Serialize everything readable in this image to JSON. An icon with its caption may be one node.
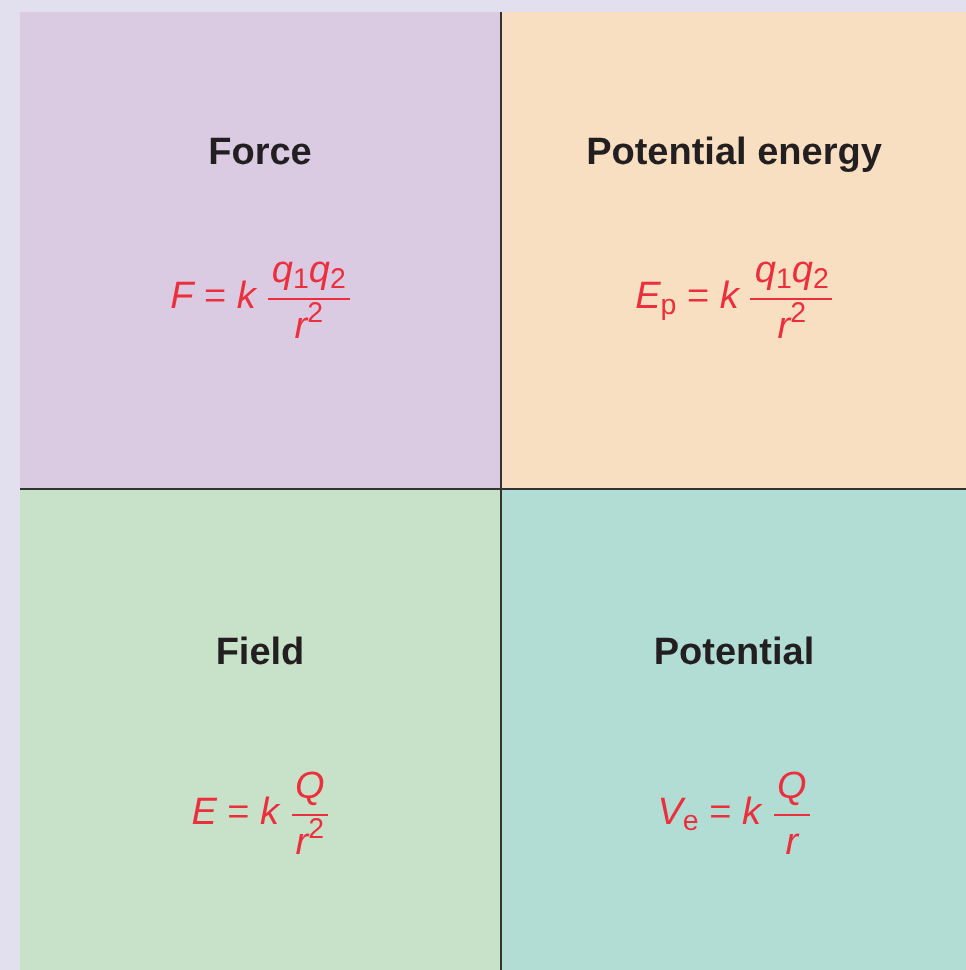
{
  "diagram": {
    "nodes": [
      {
        "text": [
          "Force",
          "*F* = *k*",
          "*q*$_{1}$*q*$_{2}$",
          "*r*$^{2}$"
        ]
      },
      {
        "text": [
          "Potential energy",
          "*E*$_{p}$ = *k*",
          "*q*$_{1}$*q*$_{2}$",
          "*r*$^{2}$"
        ]
      },
      {
        "text": [
          "Field",
          "*E* = *k*",
          "*Q*",
          "*r*$^{2}$"
        ]
      },
      {
        "text": [
          "Potential",
          "*V*$_{e}$ = *k*",
          "*Q*",
          "*r*"
        ]
      }
    ]
  }
}
